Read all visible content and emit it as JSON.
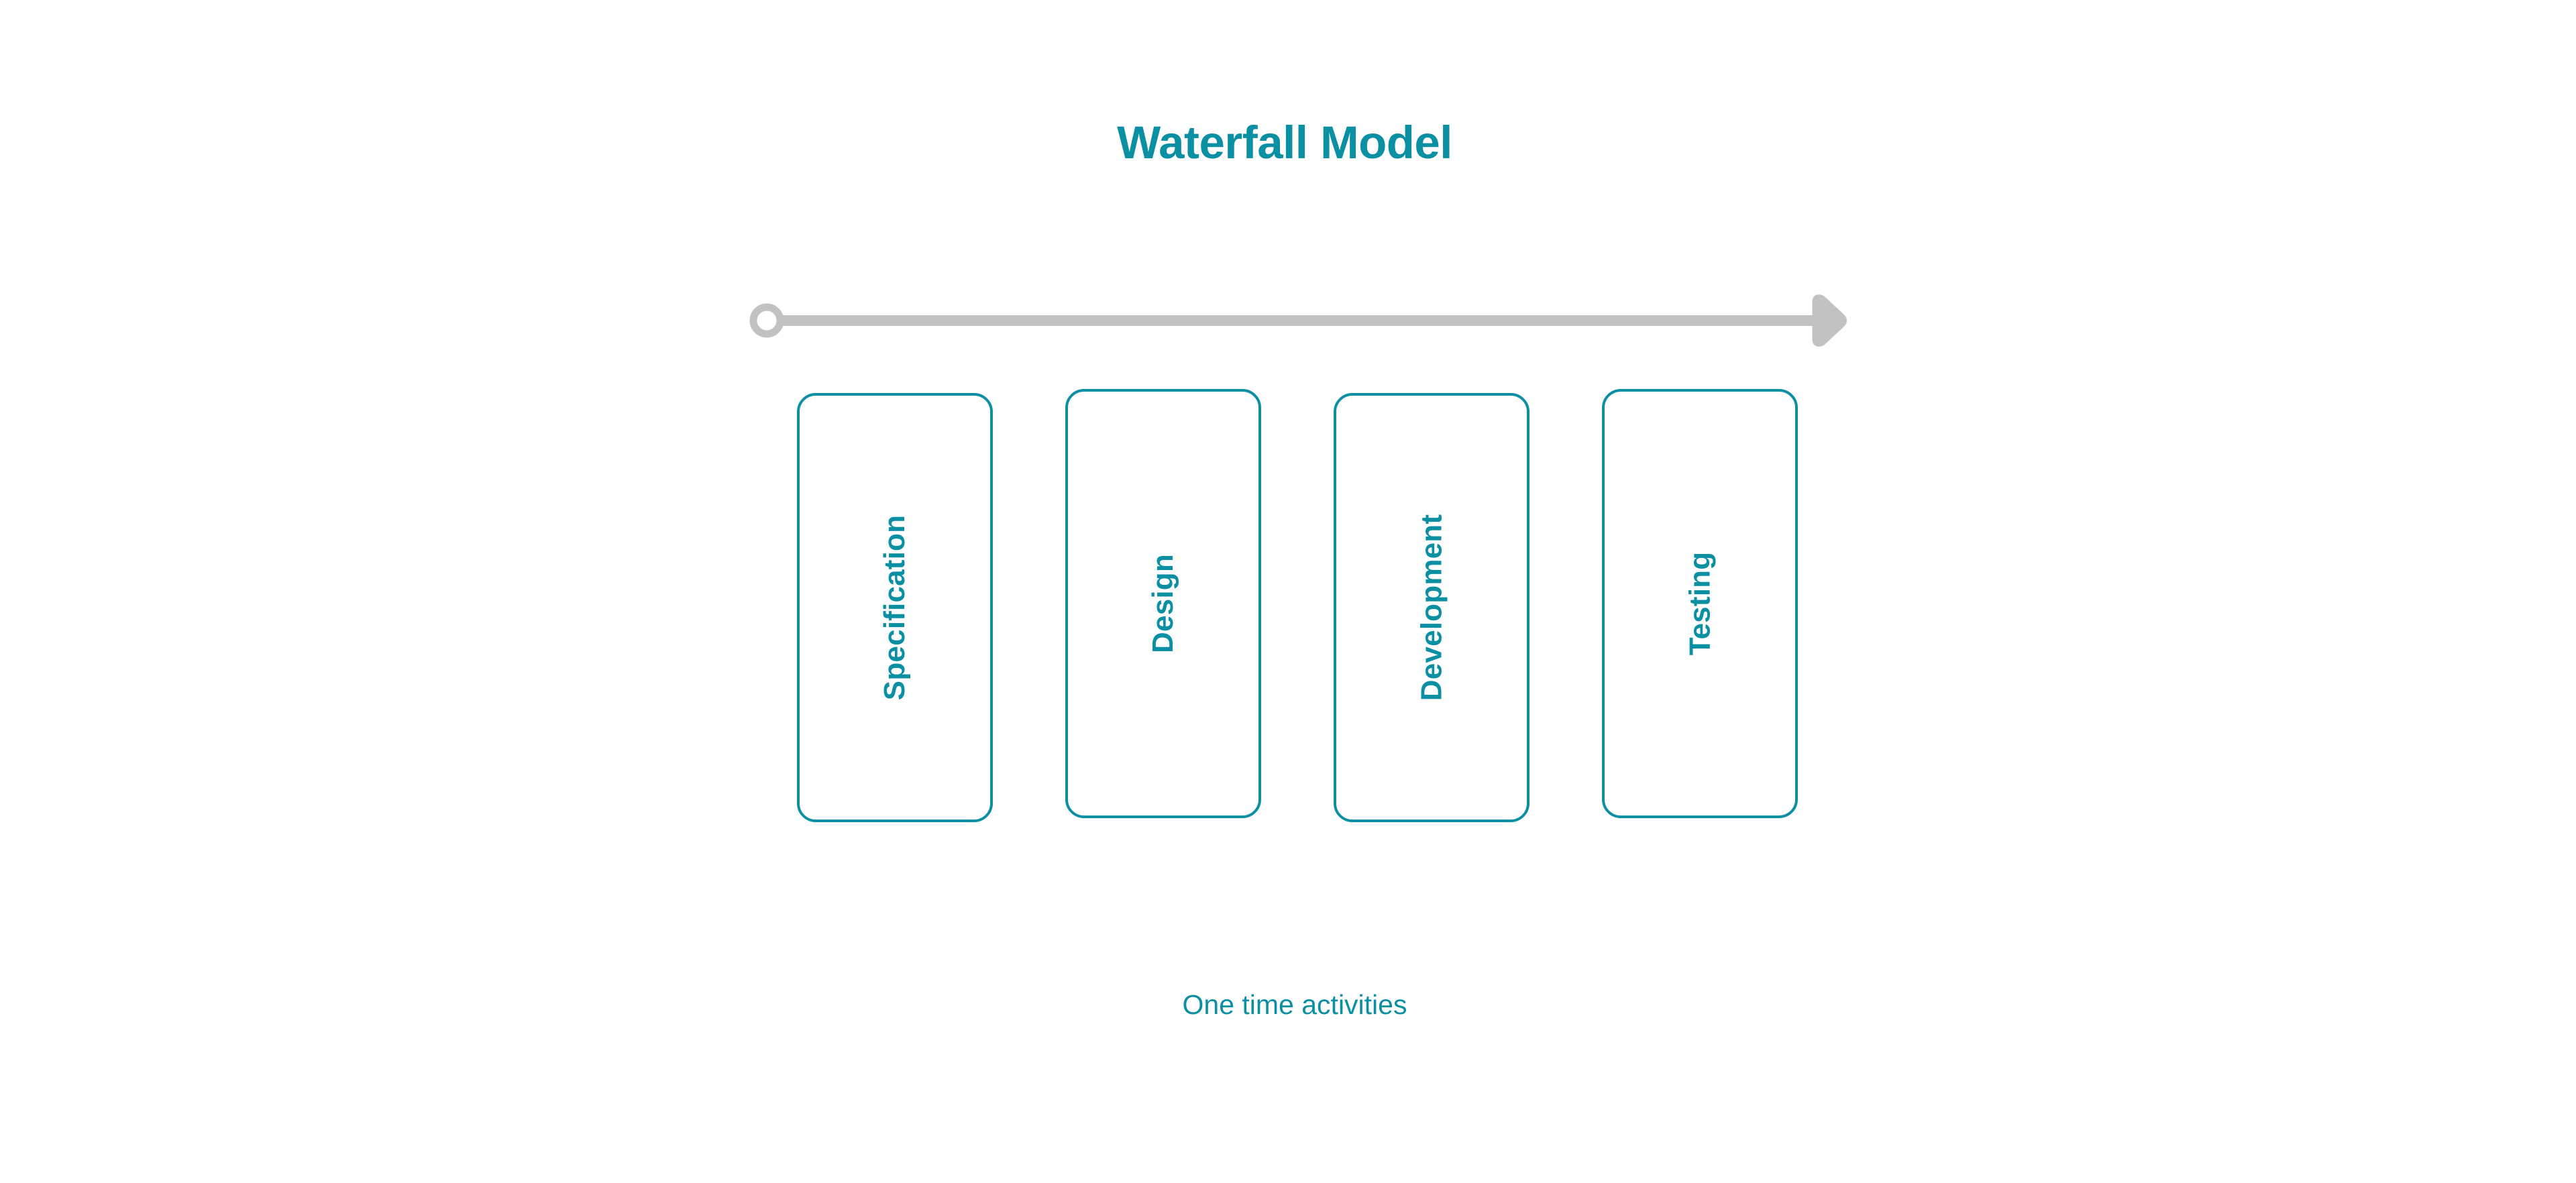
{
  "diagram": {
    "title": "Waterfall Model",
    "caption": "One time activities",
    "colors": {
      "accent": "#0b8fa3",
      "arrow": "#c2c2c2",
      "background": "#ffffff"
    },
    "timeline": {
      "name": "left-to-right-progress-arrow",
      "start_marker": "circle-outline",
      "end_marker": "arrowhead-right"
    },
    "phases": [
      {
        "label": "Specification",
        "order": 1
      },
      {
        "label": "Design",
        "order": 2
      },
      {
        "label": "Development",
        "order": 3
      },
      {
        "label": "Testing",
        "order": 4
      }
    ]
  }
}
